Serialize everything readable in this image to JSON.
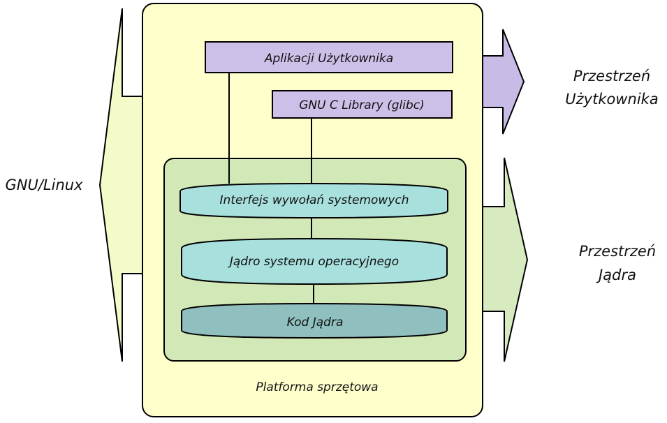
{
  "labels": {
    "gnu_linux": "GNU/Linux",
    "user_space_line1": "Przestrzeń",
    "user_space_line2": "Użytkownika",
    "kernel_space_line1": "Przestrzeń",
    "kernel_space_line2": "Jądra",
    "user_apps": "Aplikacji Użytkownika",
    "glibc": "GNU C Library (glibc)",
    "syscall_interface": "Interfejs wywołań systemowych",
    "os_kernel": "Jądro systemu operacyjnego",
    "kernel_code": "Kod Jądra",
    "hardware_platform": "Platforma sprzętowa"
  },
  "colors": {
    "platform_fill": "#ffffcc",
    "left_arrow_fill": "#f4fbc8",
    "user_box_fill": "#ccc0e8",
    "user_arrow_fill": "#c8bce6",
    "kernel_area_fill": "#d2e8b6",
    "kernel_arrow_fill": "#d8ebc0",
    "syscall_fill": "#a8e0de",
    "os_kernel_fill": "#a8e0de",
    "kernel_code_fill": "#8fbfbe",
    "stroke": "#000000"
  }
}
